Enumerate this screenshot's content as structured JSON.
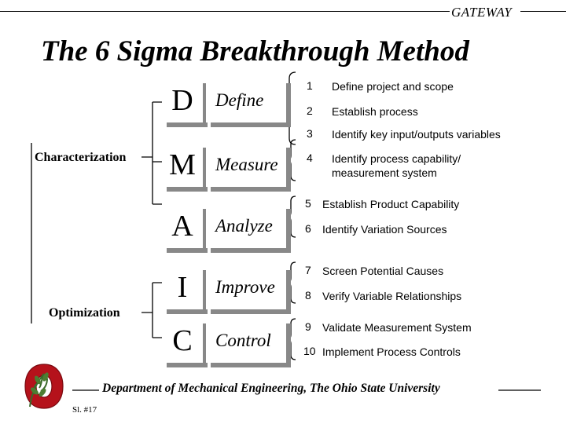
{
  "header": {
    "gateway": "GATEWAY"
  },
  "title": "The 6 Sigma Breakthrough Method",
  "groups": {
    "characterization": "Characterization",
    "optimization": "Optimization"
  },
  "phases": [
    {
      "letter": "D",
      "word": "Define"
    },
    {
      "letter": "M",
      "word": "Measure"
    },
    {
      "letter": "A",
      "word": "Analyze"
    },
    {
      "letter": "I",
      "word": "Improve"
    },
    {
      "letter": "C",
      "word": "Control"
    }
  ],
  "steps": [
    {
      "num": "1",
      "text": "Define project and scope"
    },
    {
      "num": "2",
      "text": "Establish process"
    },
    {
      "num": "3",
      "text": "Identify key input/outputs variables"
    },
    {
      "num": "4",
      "text": "Identify process capability/\nmeasurement system"
    },
    {
      "num": "5",
      "text": "Establish Product Capability"
    },
    {
      "num": "6",
      "text": "Identify Variation Sources"
    },
    {
      "num": "7",
      "text": "Screen Potential Causes"
    },
    {
      "num": "8",
      "text": "Verify Variable Relationships"
    },
    {
      "num": "9",
      "text": "Validate Measurement System"
    },
    {
      "num": "10",
      "text": "Implement Process Controls"
    }
  ],
  "footer": {
    "department": "Department of Mechanical Engineering, The Ohio State University",
    "slide": "Sl. #17",
    "logo_icon": "block-o-logo-icon",
    "colors": {
      "scarlet": "#b5121b",
      "gray": "#888888"
    }
  }
}
